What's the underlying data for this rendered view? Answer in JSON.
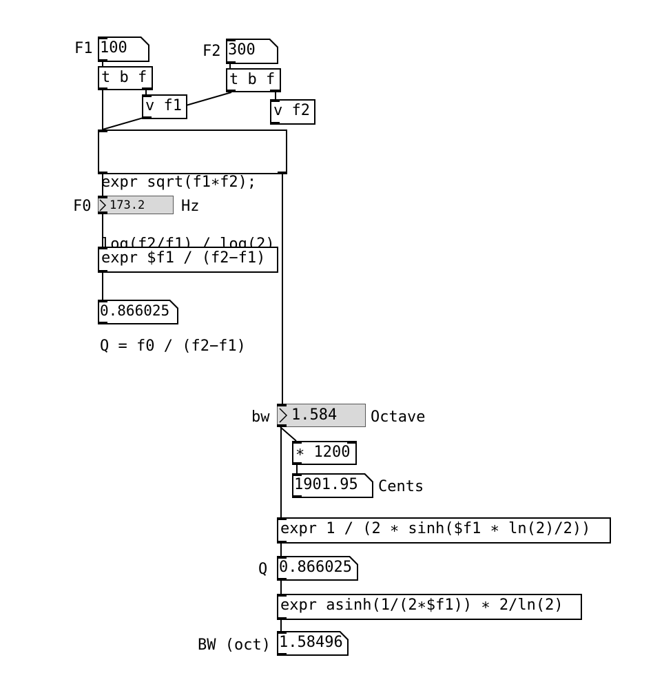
{
  "labels": {
    "f1": "F1",
    "f2": "F2",
    "f0": "F0",
    "hz": "Hz",
    "q_formula": "Q = f0 / (f2−f1)",
    "bw": "bw",
    "octave": "Octave",
    "cents": "Cents",
    "q": "Q",
    "bw_oct": "BW (oct)"
  },
  "atoms": {
    "f1_value": "100",
    "f2_value": "300",
    "q_result_1": "0.866025",
    "cents_value": "1901.95",
    "q_result_2": "0.866025",
    "bw_result": "1.58496"
  },
  "number_boxes": {
    "f0_value": "173.2",
    "bw_value": "1.584"
  },
  "objects": {
    "trigger_1": "t b f",
    "trigger_2": "t b f",
    "v_f1": "v f1",
    "v_f2": "v f2",
    "expr_main_line1": "expr sqrt(f1∗f2);",
    "expr_main_line2": "log(f2/f1) / log(2)",
    "expr_q": "expr $f1 / (f2−f1)",
    "mul_1200": "∗ 1200",
    "expr_q_from_bw": "expr 1 / (2 ∗ sinh($f1 ∗ ln(2)/2))",
    "expr_bw_from_q": "expr asinh(1/(2∗$f1)) ∗ 2/ln(2)"
  }
}
